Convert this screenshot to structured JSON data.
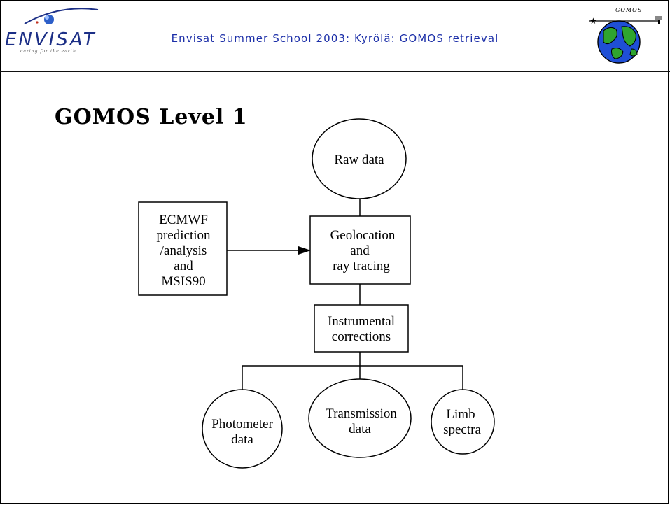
{
  "header": {
    "title": "Envisat Summer School 2003: Kyrölä: GOMOS retrieval",
    "left_logo": {
      "word": "ENVISAT",
      "tagline": "caring for the earth"
    },
    "right_logo": {
      "word": "GOMOS"
    }
  },
  "slide": {
    "title": "GOMOS Level 1"
  },
  "diagram": {
    "nodes": {
      "raw_data": {
        "lines": [
          "Raw data"
        ]
      },
      "ecmwf": {
        "lines": [
          "ECMWF",
          "prediction",
          "/analysis",
          "and",
          "MSIS90"
        ]
      },
      "geolocation": {
        "lines": [
          "Geolocation",
          "and",
          "ray tracing"
        ]
      },
      "instrumental": {
        "lines": [
          "Instrumental",
          "corrections"
        ]
      },
      "photometer": {
        "lines": [
          "Photometer",
          "data"
        ]
      },
      "transmission": {
        "lines": [
          "Transmission",
          "data"
        ]
      },
      "limb": {
        "lines": [
          "Limb",
          "spectra"
        ]
      }
    }
  },
  "colors": {
    "header_text": "#1c2fa8",
    "logo_blue": "#1c2f86",
    "globe_ocean": "#1f4fd6",
    "globe_land": "#2fa52f"
  }
}
